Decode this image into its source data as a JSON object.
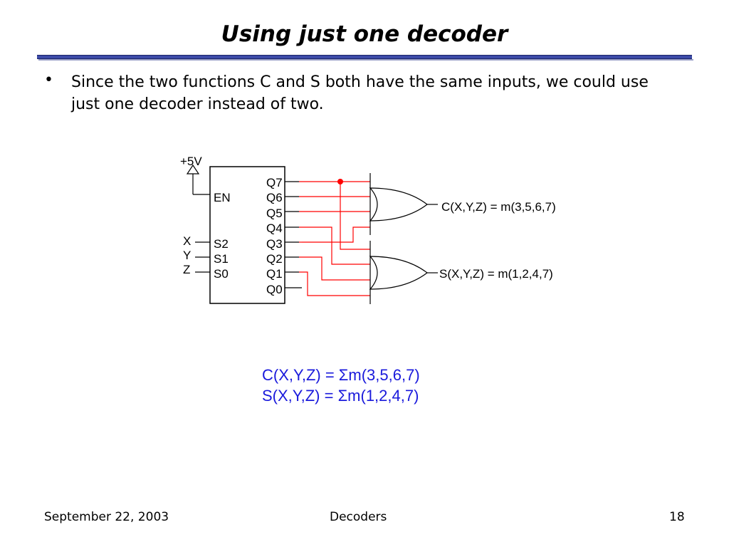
{
  "slide": {
    "title": "Using just one decoder",
    "bullet_text": "Since the two functions C and S both have the same inputs, we could use just one decoder instead of two."
  },
  "diagram": {
    "vcc_label": "+5V",
    "enable_label": "EN",
    "inputs": [
      {
        "signal": "X",
        "pin": "S2"
      },
      {
        "signal": "Y",
        "pin": "S1"
      },
      {
        "signal": "Z",
        "pin": "S0"
      }
    ],
    "outputs": [
      "Q7",
      "Q6",
      "Q5",
      "Q4",
      "Q3",
      "Q2",
      "Q1",
      "Q0"
    ],
    "gate_c_label": "C(X,Y,Z) = m(3,5,6,7)",
    "gate_s_label": "S(X,Y,Z) = m(1,2,4,7)",
    "wire_color": "#ff0000",
    "junction_color": "#ff0000"
  },
  "equations": {
    "c": "C(X,Y,Z) = Σm(3,5,6,7)",
    "s": "S(X,Y,Z) = Σm(1,2,4,7)"
  },
  "footer": {
    "date": "September 22, 2003",
    "topic": "Decoders",
    "page": "18"
  }
}
